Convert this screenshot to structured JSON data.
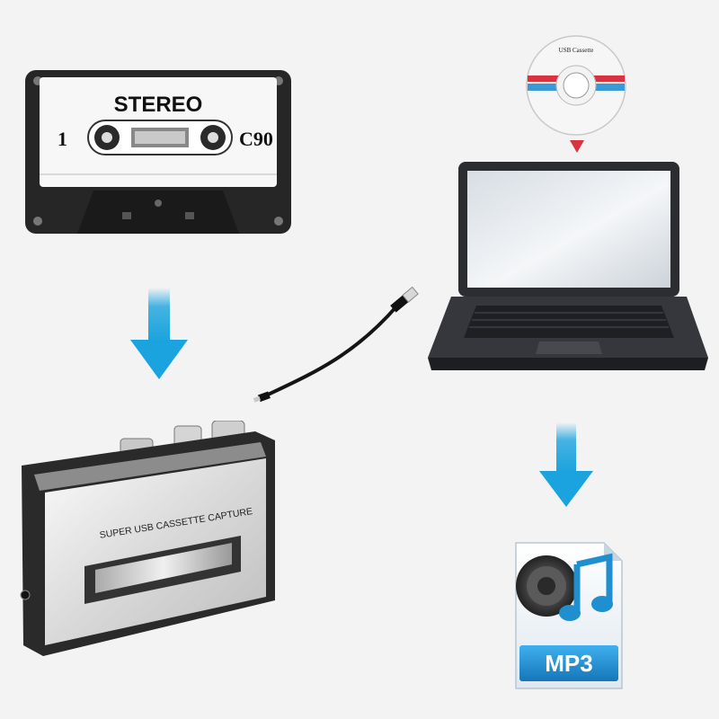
{
  "cassette": {
    "title": "STEREO",
    "side": "1",
    "type": "C90"
  },
  "cd": {
    "label": "USB Cassette"
  },
  "player": {
    "label": "SUPER USB CASSETTE CAPTURE"
  },
  "mp3": {
    "label": "MP3"
  },
  "colors": {
    "arrow": "#1aa3de",
    "background": "#f3f3f3",
    "laptop": "#2b2d31",
    "mp3_blue": "#1f8fd0"
  }
}
